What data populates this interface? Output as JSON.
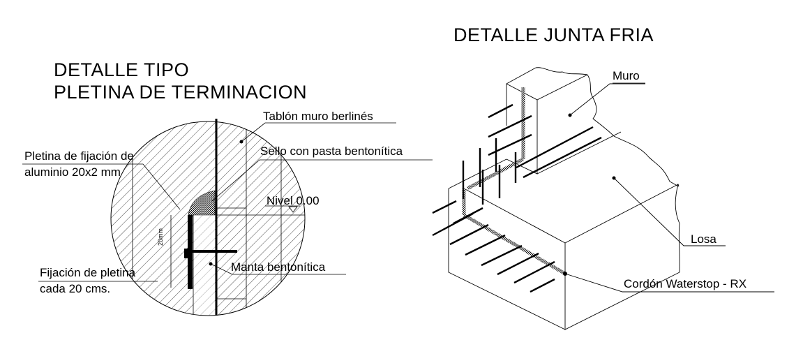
{
  "left_detail": {
    "title_line1": "DETALLE TIPO",
    "title_line2": "PLETINA DE TERMINACION",
    "labels": {
      "tablon": "Tablón muro berlinés",
      "sello": "Sello con pasta bentonítica",
      "pletina_line1": "Pletina de fijación de",
      "pletina_line2": "aluminio 20x2 mm",
      "nivel": "Nivel 0.00",
      "manta": "Manta bentonítica",
      "fijacion_line1": "Fijación de pletina",
      "fijacion_line2": "cada 20 cms.",
      "dimension": "20mm"
    }
  },
  "right_detail": {
    "title": "DETALLE JUNTA FRIA",
    "labels": {
      "muro": "Muro",
      "losa": "Losa",
      "cordon": "Cordón Waterstop - RX"
    }
  },
  "colors": {
    "line": "#000000",
    "background": "#ffffff"
  }
}
